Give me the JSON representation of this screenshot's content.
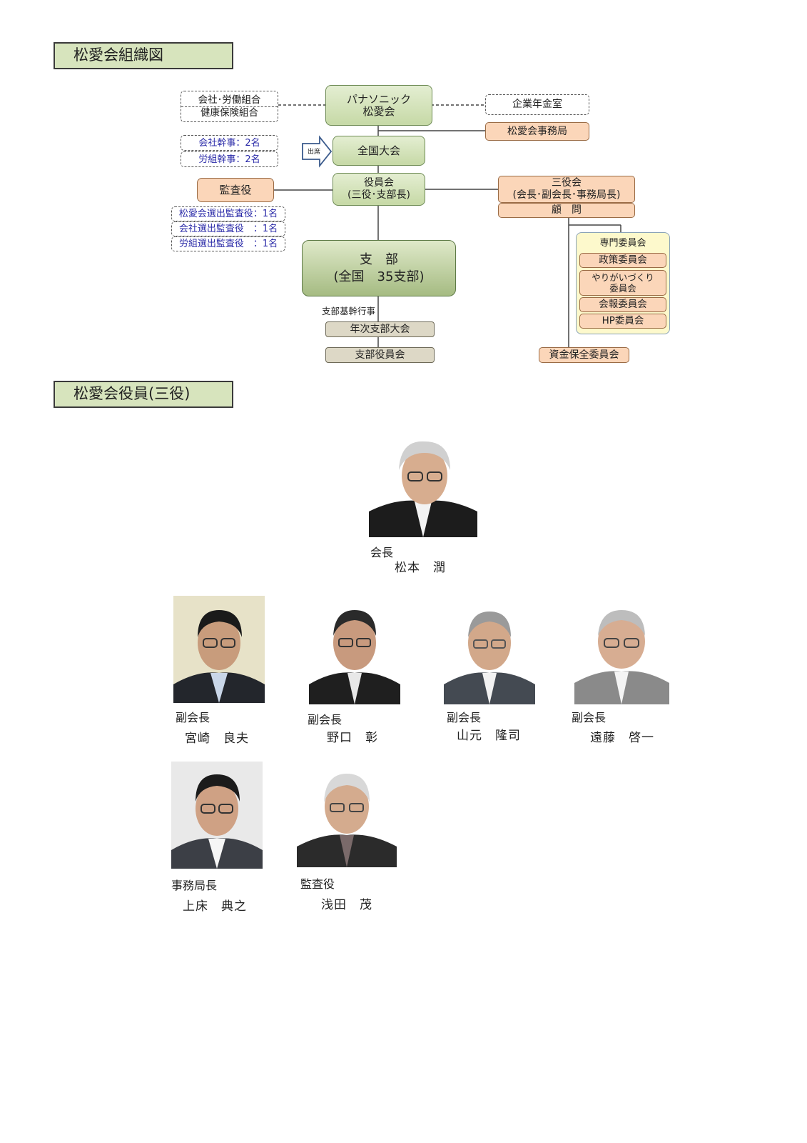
{
  "section1": {
    "title": "松愛会組織図"
  },
  "section2": {
    "title": "松愛会役員(三役)"
  },
  "org": {
    "left_top_1": "会社･労働組合",
    "left_top_2": "健康保険組合",
    "panasonic_1": "パナソニック",
    "panasonic_2": "松愛会",
    "pension": "企業年金室",
    "office": "松愛会事務局",
    "director_company": "会社幹事：2名",
    "director_union": "労組幹事：2名",
    "attend_arrow": "出席",
    "national": "全国大会",
    "board_1": "役員会",
    "board_2": "(三役･支部長)",
    "auditor": "監査役",
    "sanyaku_1": "三役会",
    "sanyaku_2": "(会長･副会長･事務局長)",
    "advisor": "顧　問",
    "auditor_shoai": "松愛会選出監査役：1名",
    "auditor_company": "会社選出監査役　：1名",
    "auditor_union": "労組選出監査役　：1名",
    "branch_1": "支　部",
    "branch_2": "(全国　35支部)",
    "committee_title": "専門委員会",
    "committee_policy": "政策委員会",
    "committee_yarigai_1": "やりがいづくり",
    "committee_yarigai_2": "委員会",
    "committee_pr": "会報委員会",
    "committee_hp": "HP委員会",
    "branch_events": "支部基幹行事",
    "branch_annual": "年次支部大会",
    "branch_board": "支部役員会",
    "fund": "資金保全委員会"
  },
  "officers": [
    {
      "role": "会長",
      "name": "松本　潤"
    },
    {
      "role": "副会長",
      "name": "宮崎　良夫"
    },
    {
      "role": "副会長",
      "name": "野口　彰"
    },
    {
      "role": "副会長",
      "name": "山元　隆司"
    },
    {
      "role": "副会長",
      "name": "遠藤　啓一"
    },
    {
      "role": "事務局長",
      "name": "上床　典之"
    },
    {
      "role": "監査役",
      "name": "浅田　茂"
    }
  ]
}
